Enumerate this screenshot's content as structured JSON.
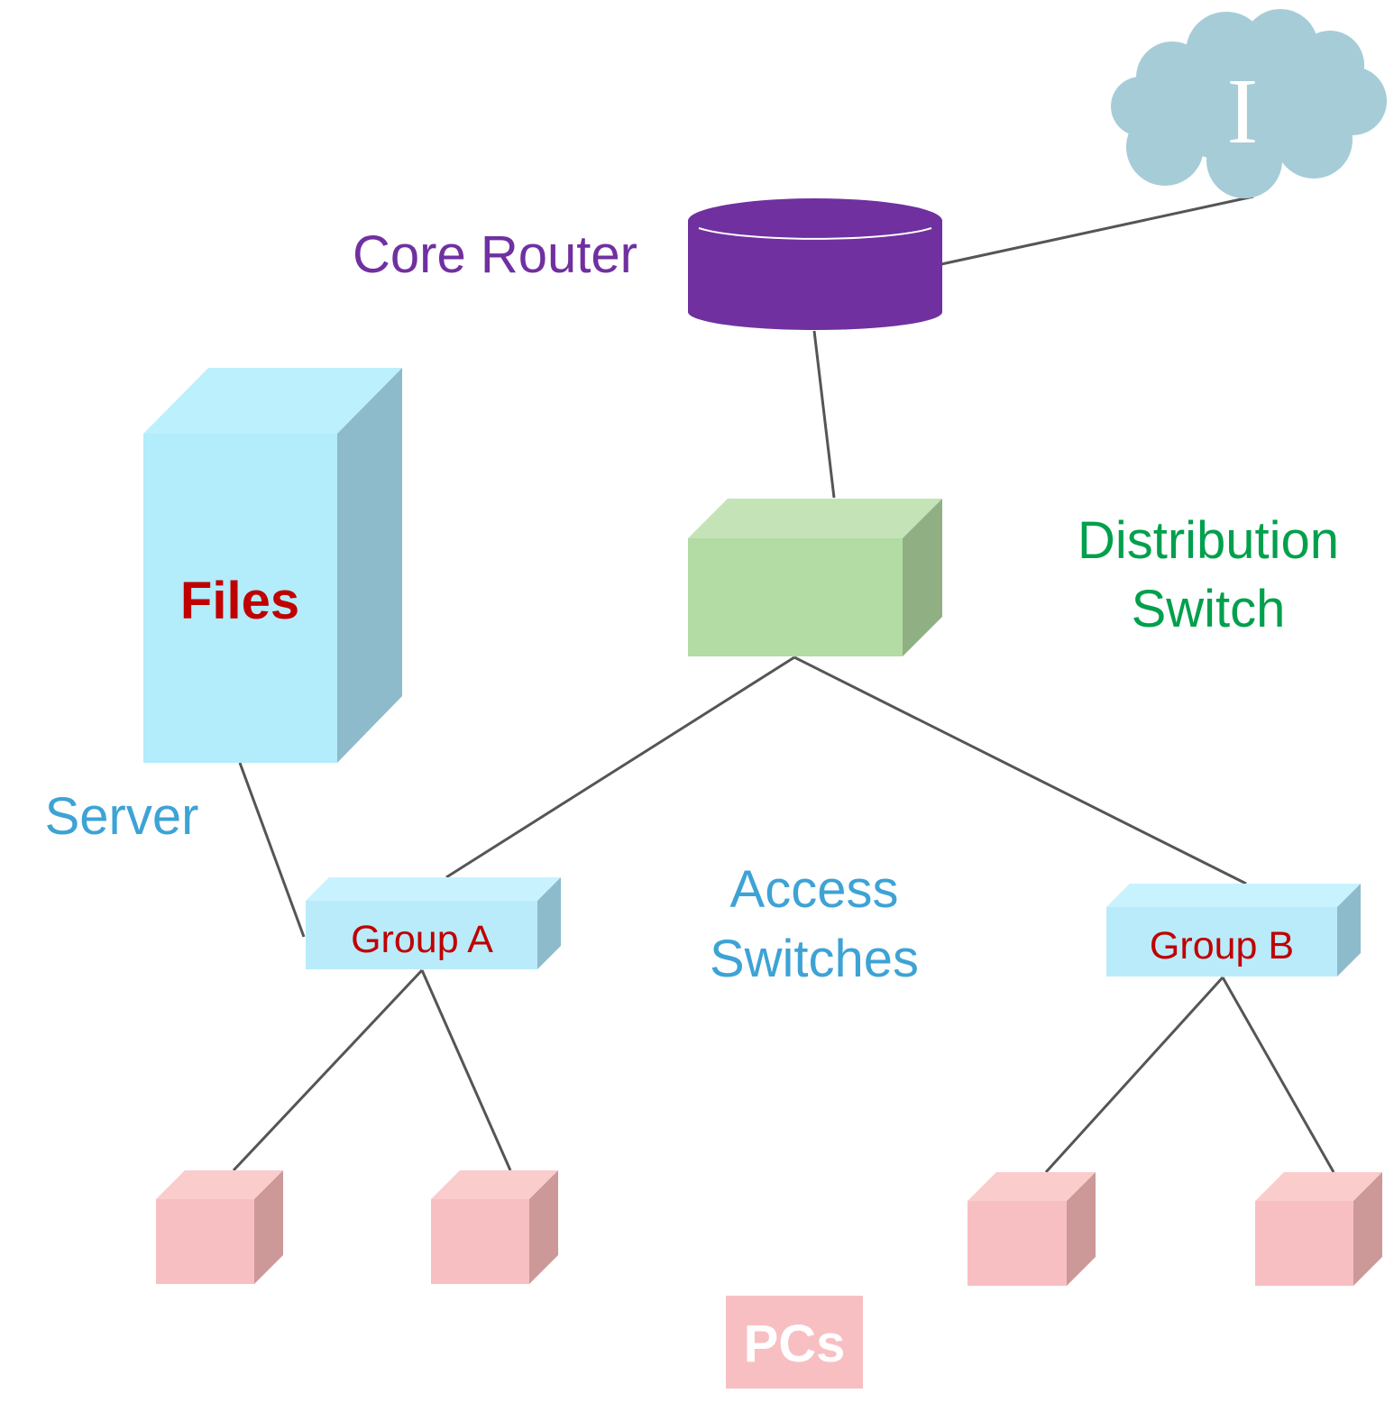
{
  "diagram": {
    "labels": {
      "core_router": "Core Router",
      "distribution_switch_line1": "Distribution",
      "distribution_switch_line2": "Switch",
      "server": "Server",
      "server_box": "Files",
      "access_switches_line1": "Access",
      "access_switches_line2": "Switches",
      "group_a": "Group A",
      "group_b": "Group B",
      "pcs": "PCs",
      "internet_symbol": "I"
    },
    "colors": {
      "router": "#7030a0",
      "distribution_switch": "#b3dba4",
      "distribution_text": "#00a04c",
      "server": "#b3ecfb",
      "server_text": "#3da3d5",
      "files_text": "#c00000",
      "access_switch": "#b9ebfb",
      "group_text": "#c00000",
      "pc": "#f8bfc2",
      "cloud": "#a6ccd8",
      "line": "#555555"
    }
  }
}
